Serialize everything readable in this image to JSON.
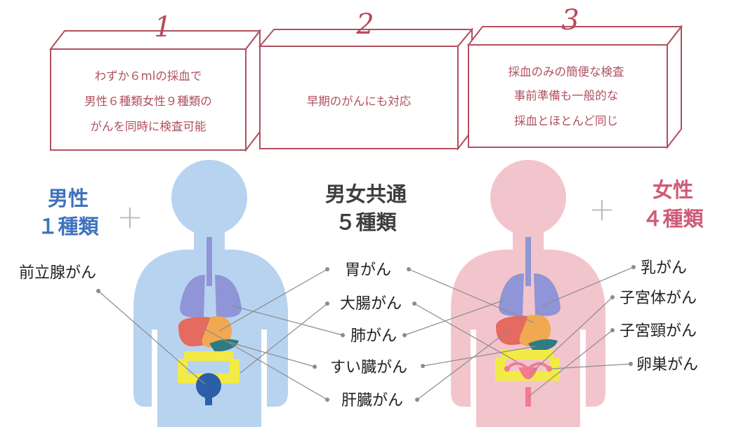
{
  "features": [
    {
      "number": "1",
      "lines": [
        "わずか６mlの採血で",
        "男性６種類女性９種類の",
        "がんを同時に検査可能"
      ]
    },
    {
      "number": "2",
      "lines": [
        "早期のがんにも対応"
      ]
    },
    {
      "number": "3",
      "lines": [
        "採血のみの簡便な検査",
        "事前準備も一般的な",
        "採血とほとんど同じ"
      ]
    }
  ],
  "categories": {
    "male": {
      "lines": [
        "男性",
        "１種類"
      ],
      "color": "#3f72bd"
    },
    "common": {
      "lines": [
        "男女共通",
        "５種類"
      ],
      "color": "#3d3d3d"
    },
    "female": {
      "lines": [
        "女性",
        "４種類"
      ],
      "color": "#cf5b76"
    }
  },
  "plus_symbol": "+",
  "male_cancers": [
    "前立腺がん"
  ],
  "common_cancers": [
    "胃がん",
    "大腸がん",
    "肺がん",
    "すい臓がん",
    "肝臓がん"
  ],
  "female_cancers": [
    "乳がん",
    "子宮体がん",
    "子宮頸がん",
    "卵巣がん"
  ],
  "colors": {
    "box_border": "#b0505f",
    "male_body": "#b8d3f0",
    "female_body": "#f2c5cc",
    "lung": "#8f95d6",
    "stomach": "#f0a851",
    "liver": "#e56a5f",
    "intestine": "#f2ea45",
    "pancreas": "#2f7c80",
    "prostate": "#2c5fa8",
    "uterus": "#f27a91"
  }
}
